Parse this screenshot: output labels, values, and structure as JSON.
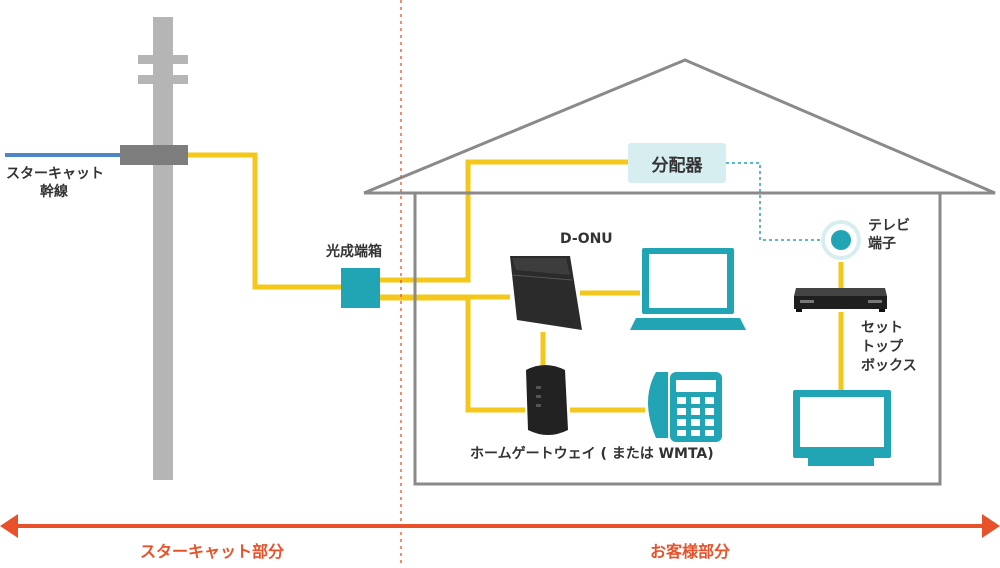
{
  "labels": {
    "trunk_line": [
      "スターキャット",
      "幹線"
    ],
    "optical_box": "光成端箱",
    "splitter": "分配器",
    "d_onu": "D-ONU",
    "tv_outlet": [
      "テレビ",
      "端子"
    ],
    "set_top_box": [
      "セット",
      "トップ",
      "ボックス"
    ],
    "home_gateway": "ホームゲートウェイ ( または WMTA)"
  },
  "sections": {
    "left": "スターキャット部分",
    "right": "お客様部分"
  },
  "colors": {
    "fiber": "#f3c81a",
    "trunk": "#4f86c6",
    "accent": "#21a5b5",
    "boundary": "#e8522b",
    "pole": "#b5b5b5"
  }
}
